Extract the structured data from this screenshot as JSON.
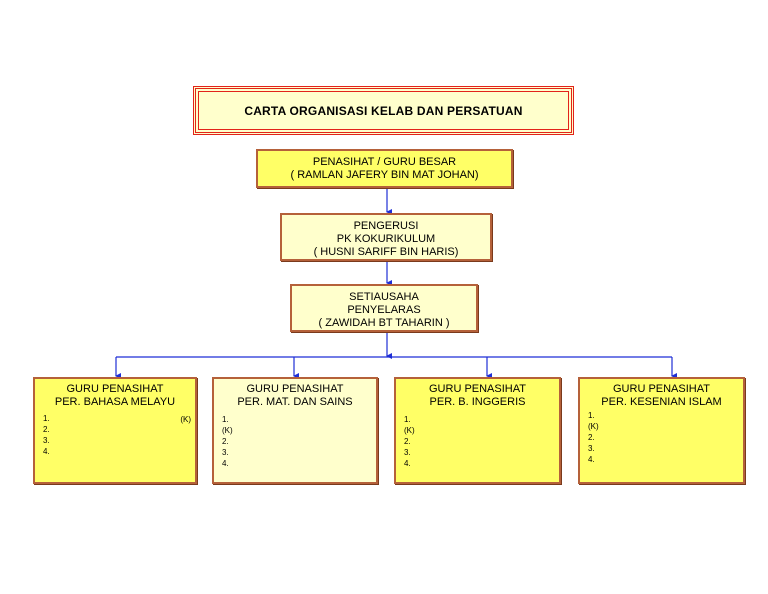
{
  "title": "CARTA ORGANISASI KELAB DAN PERSATUAN",
  "penasihat": {
    "line1": "PENASIHAT / GURU BESAR",
    "line2": "( RAMLAN JAFERY BIN MAT JOHAN)"
  },
  "pengerusi": {
    "line1": "PENGERUSI",
    "line2": "PK KOKURIKULUM",
    "line3": "( HUSNI SARIFF BIN HARIS)"
  },
  "setiausaha": {
    "line1": "SETIAUSAHA",
    "line2": "PENYELARAS",
    "line3": "( ZAWIDAH BT TAHARIN )"
  },
  "guru": [
    {
      "line1": "GURU PENASIHAT",
      "line2": "PER. BAHASA MELAYU",
      "slots": [
        "1.",
        "2.",
        "3.",
        "4."
      ],
      "k_right": "(K)"
    },
    {
      "line1": "GURU PENASIHAT",
      "line2": "PER. MAT. DAN SAINS",
      "slots": [
        "1.",
        "(K)",
        "2.",
        "3.",
        "4."
      ]
    },
    {
      "line1": "GURU PENASIHAT",
      "line2": "PER. B. INGGERIS",
      "slots": [
        "1.",
        "(K)",
        "2.",
        "3.",
        "4."
      ]
    },
    {
      "line1": "GURU PENASIHAT",
      "line2": "PER. KESENIAN ISLAM",
      "slots": [
        "1.",
        "(K)",
        "2.",
        "3.",
        "4."
      ]
    }
  ],
  "colors": {
    "connector": "#1f2fd6",
    "title_border": "#e2231a",
    "node_border": "#b5613a",
    "yellow": "#ffff66",
    "cream": "#ffffcc"
  }
}
